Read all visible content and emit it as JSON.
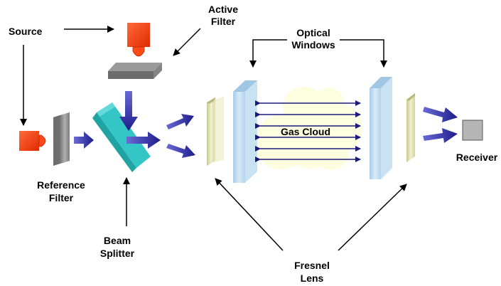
{
  "labels": {
    "source": "Source",
    "active_filter_line1": "Active",
    "active_filter_line2": "Filter",
    "optical_windows_line1": "Optical",
    "optical_windows_line2": "Windows",
    "reference_filter_line1": "Reference",
    "reference_filter_line2": "Filter",
    "gas_cloud": "Gas Cloud",
    "receiver": "Receiver",
    "beam_splitter_line1": "Beam",
    "beam_splitter_line2": "Splitter",
    "fresnel_lens_line1": "Fresnel",
    "fresnel_lens_line2": "Lens"
  },
  "colors": {
    "source": "#ff3300",
    "beam_arrow": "#2a2aa8",
    "splitter": "#2ec4c4",
    "lens": "#e6e6b8",
    "window": "#bcd9ee",
    "gas_cloud": "#fdfde0",
    "receiver": "#b5b5b5",
    "filter": "#8f8f8f"
  }
}
